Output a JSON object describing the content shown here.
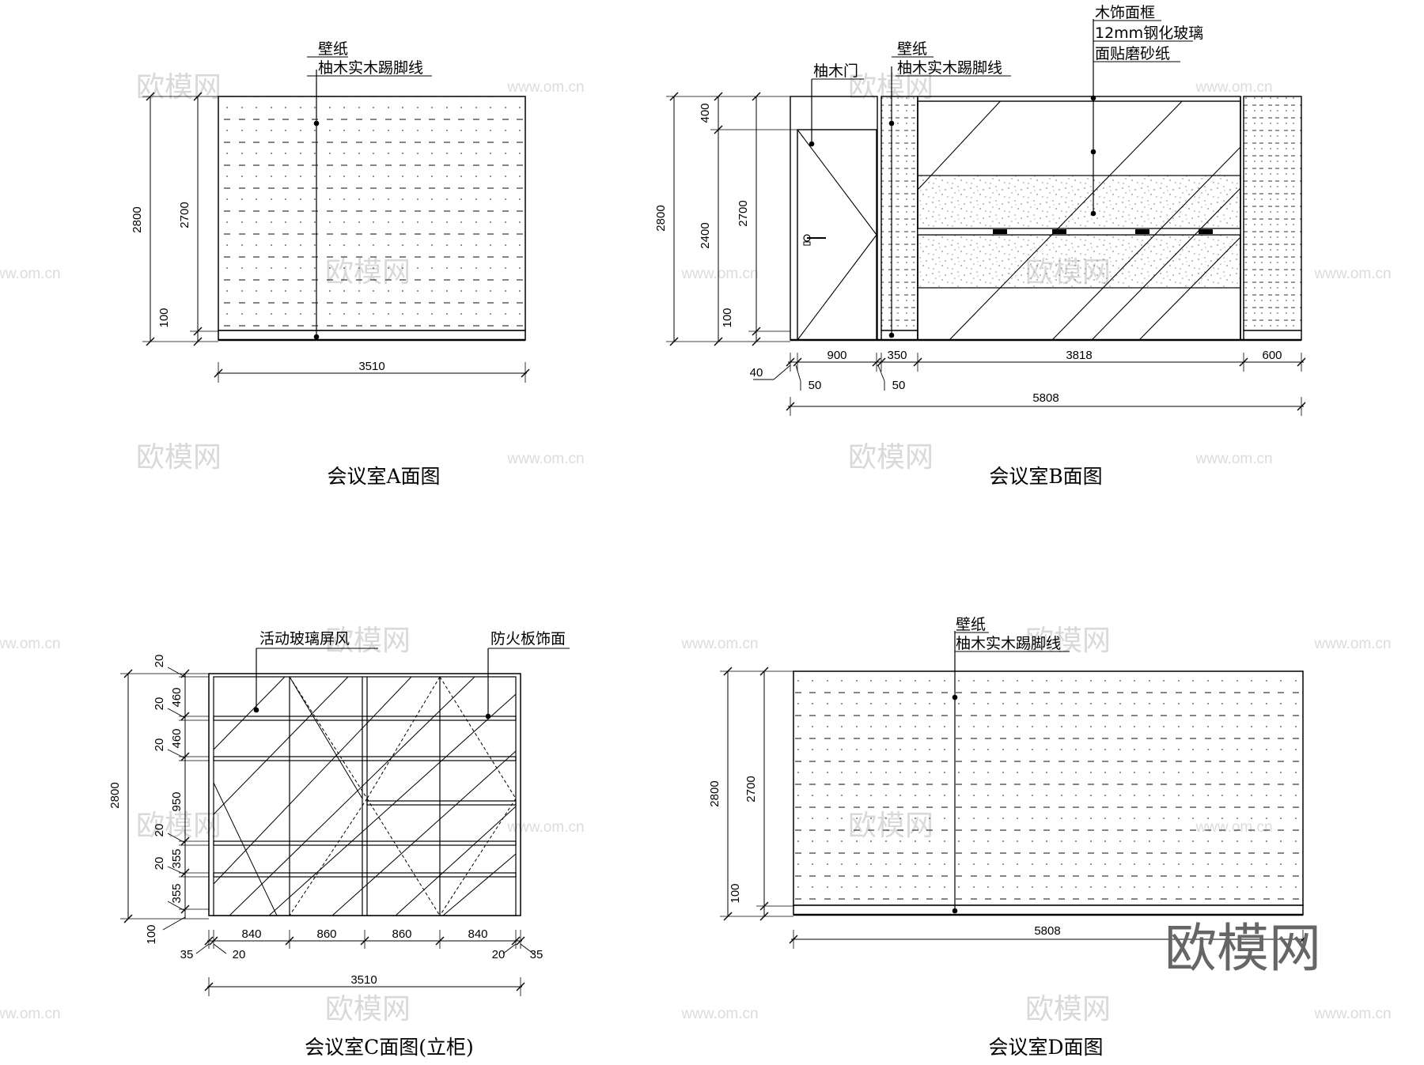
{
  "watermark": {
    "mark": "欧模网",
    "url": "www.om.cn",
    "brand": "欧模网"
  },
  "elevation_a": {
    "title": "会议室A面图",
    "labels": [
      "壁纸",
      "柚木实木踢脚线"
    ],
    "dims": {
      "h_total": "2800",
      "h_wall": "2700",
      "h_skirting": "100",
      "width": "3510"
    }
  },
  "elevation_b": {
    "title": "会议室B面图",
    "door_label": "柚木门",
    "labels_left": [
      "壁纸",
      "柚木实木踢脚线"
    ],
    "labels_right": [
      "木饰面框",
      "12mm钢化玻璃",
      "面贴磨砂纸"
    ],
    "dims": {
      "h_total": "2800",
      "h_wall": "2700",
      "h_top": "400",
      "h_door": "2400",
      "h_skirting": "100",
      "w_door": "900",
      "w_strip": "350",
      "w_glass": "3818",
      "w_right": "600",
      "w_total": "5808",
      "w_jamb": "40",
      "w_frame_left": "50",
      "w_frame_right": "50"
    }
  },
  "elevation_c": {
    "title": "会议室C面图(立柜)",
    "labels": [
      "活动玻璃屏风",
      "防火板饰面"
    ],
    "dims": {
      "h_total": "2800",
      "h_rows": [
        "20",
        "460",
        "20",
        "460",
        "20",
        "950",
        "20",
        "355",
        "20",
        "355",
        "100"
      ],
      "w_cols": [
        "840",
        "860",
        "860",
        "840"
      ],
      "w_edges": [
        "35",
        "20",
        "20",
        "35"
      ],
      "w_total": "3510"
    }
  },
  "elevation_d": {
    "title": "会议室D面图",
    "labels": [
      "壁纸",
      "柚木实木踢脚线"
    ],
    "dims": {
      "h_total": "2800",
      "h_wall": "2700",
      "h_skirting": "100",
      "width": "5808"
    }
  }
}
